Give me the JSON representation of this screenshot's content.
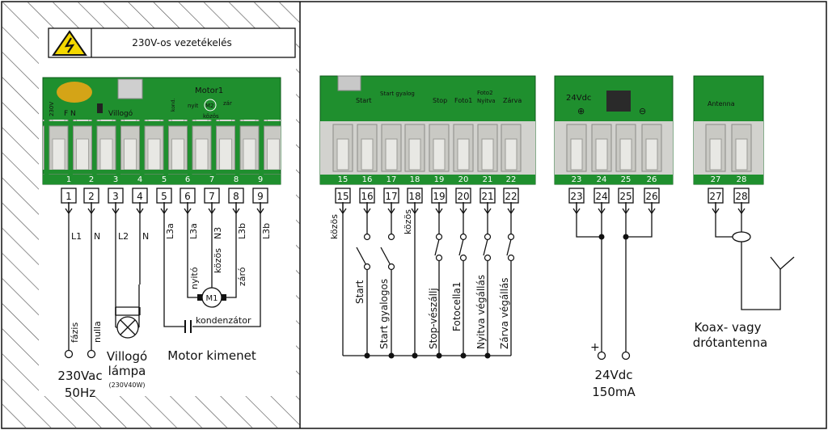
{
  "header": {
    "title": "230V-os vezetékelés",
    "warning_icon": "high-voltage-warning-icon"
  },
  "terminal_numbers": [
    "1",
    "2",
    "3",
    "4",
    "5",
    "6",
    "7",
    "8",
    "9",
    "15",
    "16",
    "17",
    "18",
    "19",
    "20",
    "21",
    "22",
    "23",
    "24",
    "25",
    "26",
    "27",
    "28"
  ],
  "board1": {
    "silk": {
      "v230": "230V",
      "fn": "F  N",
      "villogo": "Villogó",
      "motor1": "Motor1",
      "kond": "kond.",
      "nyit": "nyit",
      "m2": "M2",
      "zar": "zár",
      "kozos": "közös"
    }
  },
  "board2": {
    "silk": {
      "start": "Start",
      "start_gyalog": "Start gyalog",
      "stop": "Stop",
      "foto1": "Foto1",
      "foto2": "Foto2",
      "nyitva": "Nyitva",
      "zarva": "Zárva"
    }
  },
  "board3": {
    "silk": {
      "v24": "24Vdc",
      "plus": "⊕",
      "minus": "⊖"
    }
  },
  "board4": {
    "silk": {
      "antenna": "Antenna"
    }
  },
  "wire_labels": {
    "w1": "L1",
    "w2": "N",
    "w3": "L2",
    "w4": "N",
    "w5": "L3a",
    "w6": "L3a",
    "w7": "N3",
    "w8": "L3b",
    "w9": "L3b"
  },
  "labels": {
    "fazis": "fázis",
    "nulla": "nulla",
    "nyito": "nyitó",
    "kozos": "közös",
    "zaro": "záró",
    "m1": "M1",
    "kondenzator": "kondenzátor",
    "supply_main": "230Vac",
    "supply_freq": "50Hz",
    "lamp_title_1": "Villogó",
    "lamp_title_2": "lámpa",
    "lamp_spec": "(230V40W)",
    "motor_output": "Motor kimenet",
    "kozos15": "közös",
    "kozos18": "közös",
    "start": "Start",
    "start_gyalogos": "Start gyalogos",
    "stop": "Stop-vészállj",
    "fotocella": "Fotocella1",
    "nyitva": "Nyitva végállás",
    "zarva": "Zárva végállás",
    "plus": "+",
    "dc_voltage": "24Vdc",
    "dc_current": "150mA",
    "antenna_1": "Koax- vagy",
    "antenna_2": "drótantenna"
  },
  "colors": {
    "pcb": "#1f8f2e",
    "pcb_dark": "#0e5a1a",
    "connector": "#d9d9d6",
    "hatch": "#555555",
    "line": "#111111"
  }
}
